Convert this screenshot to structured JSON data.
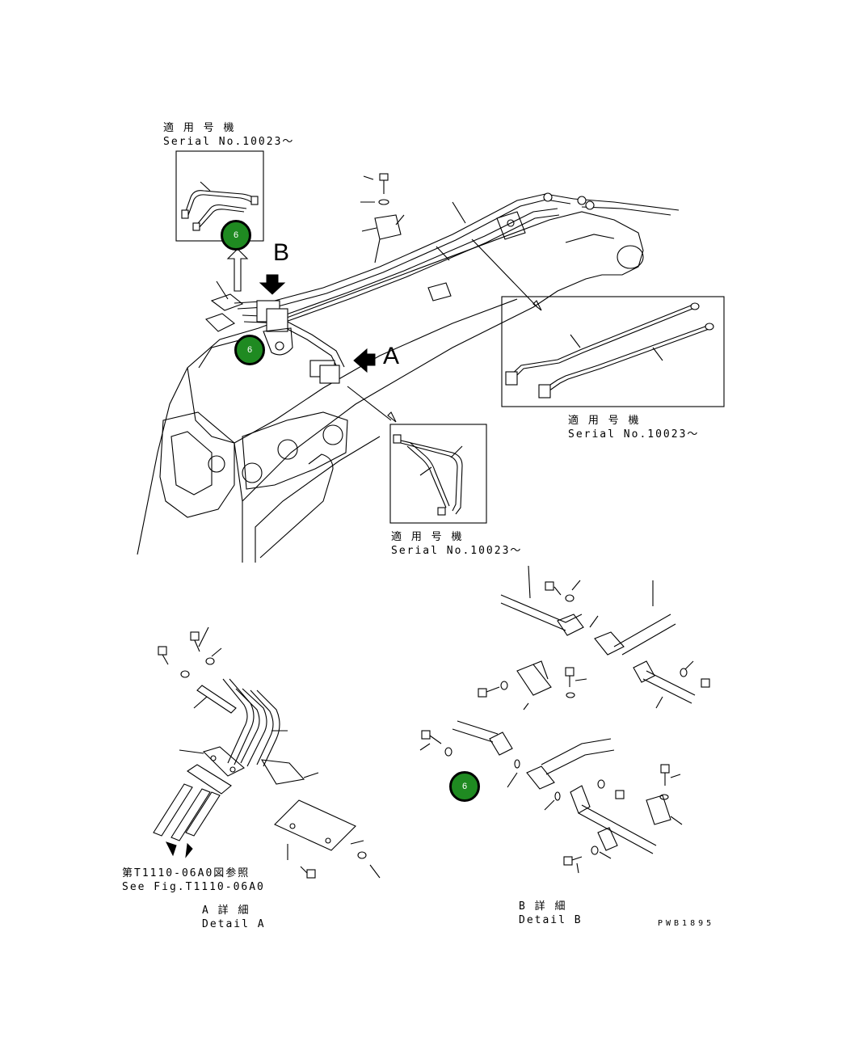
{
  "applicable_labels": [
    {
      "jp": "適 用 号 機",
      "en": "Serial No.10023～"
    },
    {
      "jp": "適 用 号 機",
      "en": "Serial No.10023～"
    },
    {
      "jp": "適 用 号 機",
      "en": "Serial No.10023～"
    }
  ],
  "view_markers": {
    "a": "A",
    "b": "B"
  },
  "callouts": [
    {
      "number": "6",
      "color": "#1f8a21"
    },
    {
      "number": "6",
      "color": "#1f8a21"
    },
    {
      "number": "6",
      "color": "#1f8a21"
    }
  ],
  "reference": {
    "jp": "第T1110-06A0図参照",
    "en": "See Fig.T1110-06A0"
  },
  "detail_a": {
    "jp": "A 詳 細",
    "en": "Detail A"
  },
  "detail_b": {
    "jp": "B 詳 細",
    "en": "Detail B"
  },
  "drawing_code": "PWB1895"
}
